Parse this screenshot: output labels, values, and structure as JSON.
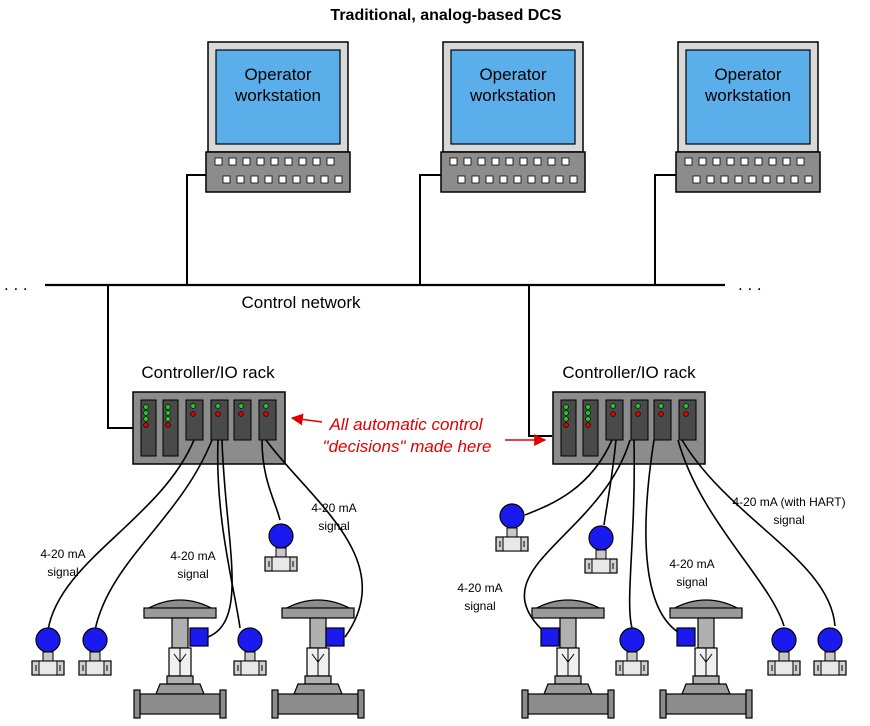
{
  "title": "Traditional, analog-based DCS",
  "workstation_label_line1": "Operator",
  "workstation_label_line2": "workstation",
  "network_label": "Control network",
  "ellipsis": ". . .",
  "rack_label": "Controller/IO rack",
  "annotation_line1": "All automatic control",
  "annotation_line2": "\"decisions\" made here",
  "signal_labels": {
    "left_a_1": "4-20 mA",
    "left_a_2": "signal",
    "left_b_1": "4-20 mA",
    "left_b_2": "signal",
    "left_c_1": "4-20 mA",
    "left_c_2": "signal",
    "right_a_1": "4-20 mA",
    "right_a_2": "signal",
    "right_b_1": "4-20 mA",
    "right_b_2": "signal",
    "right_c_1": "4-20 mA (with HART)",
    "right_c_2": "signal"
  },
  "colors": {
    "screen": "#5aaeea",
    "device_blue": "#1a1aee",
    "rack_gray": "#8c8c8c",
    "annotation_red": "#e00000"
  }
}
